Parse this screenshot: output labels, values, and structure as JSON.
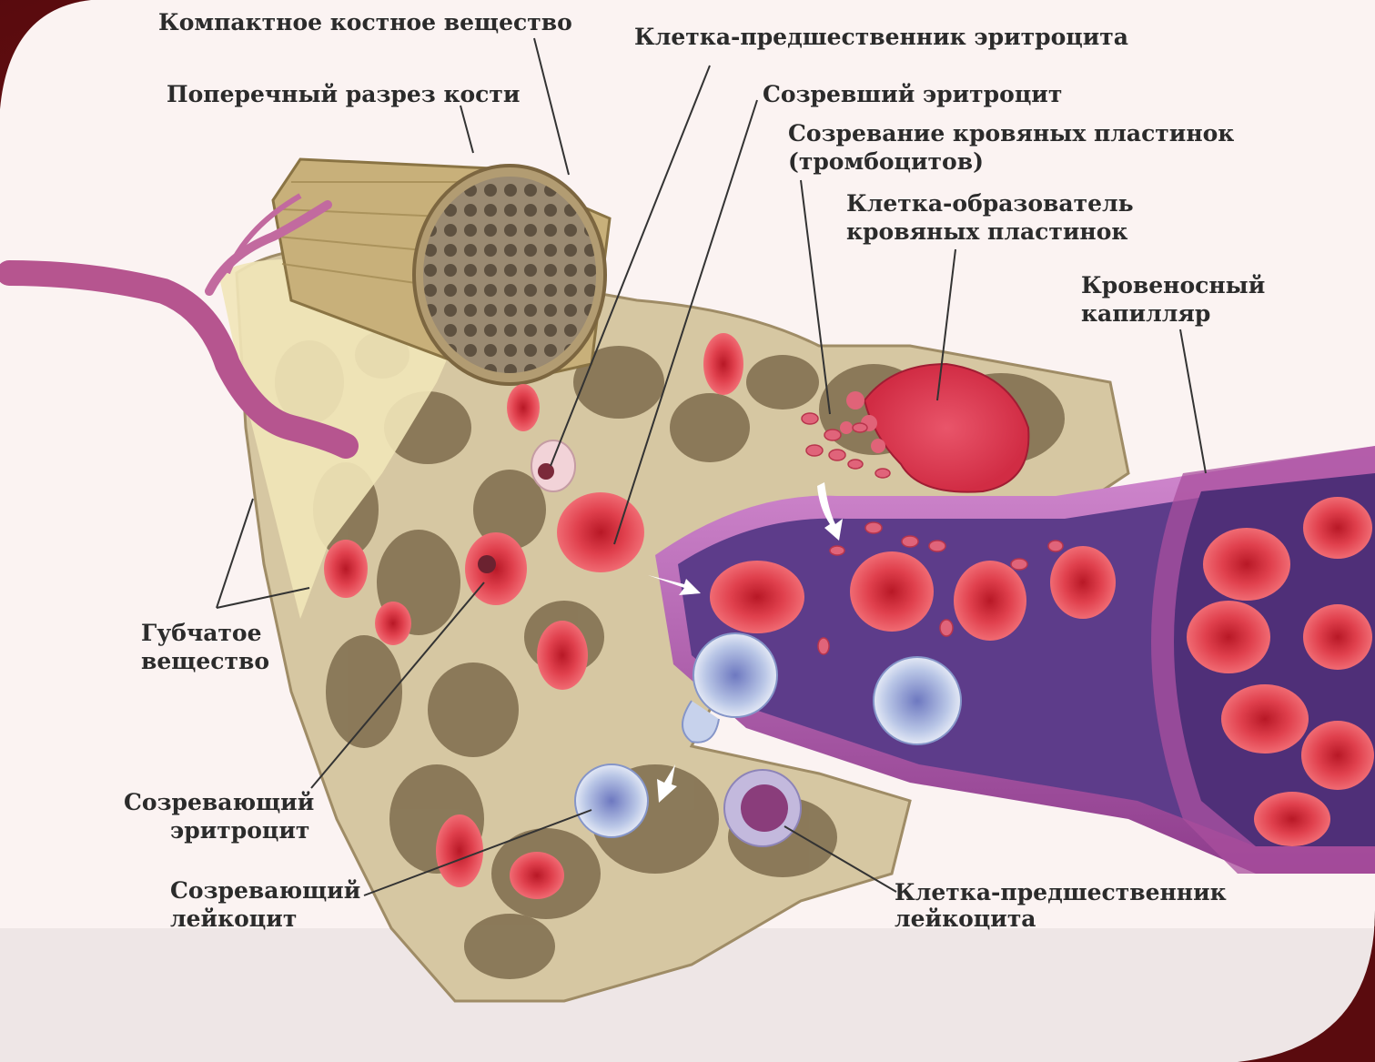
{
  "labels": {
    "compact_bone": "Компактное костное вещество",
    "bone_cross_section": "Поперечный разрез кости",
    "erythrocyte_precursor": "Клетка-предшественник эритроцита",
    "mature_erythrocyte": "Созревший эритроцит",
    "platelet_maturation_line1": "Созревание кровяных пластинок",
    "platelet_maturation_line2": "(тромбоцитов)",
    "platelet_former_line1": "Клетка-образователь",
    "platelet_former_line2": "кровяных пластинок",
    "capillary_line1": "Кровеносный",
    "capillary_line2": "капилляр",
    "spongy_line1": "Губчатое",
    "spongy_line2": "вещество",
    "maturing_erythrocyte_line1": "Созревающий",
    "maturing_erythrocyte_line2": "эритроцит",
    "maturing_leukocyte_line1": "Созревающий",
    "maturing_leukocyte_line2": "лейкоцит",
    "leukocyte_precursor_line1": "Клетка-предшественник",
    "leukocyte_precursor_line2": "лейкоцита"
  },
  "colors": {
    "frame": "#5a0b0e",
    "panel": "#fbf1f1",
    "bone": "#d8c9a6",
    "bone_dark": "#8d7a58",
    "rbc": "#e33a48",
    "rbc_center": "#c9202f",
    "capillary": "#b04f9e",
    "capillary_lumen": "#5b3a86",
    "leukocyte": "#9fb2da",
    "vessel": "#b75a8f"
  }
}
